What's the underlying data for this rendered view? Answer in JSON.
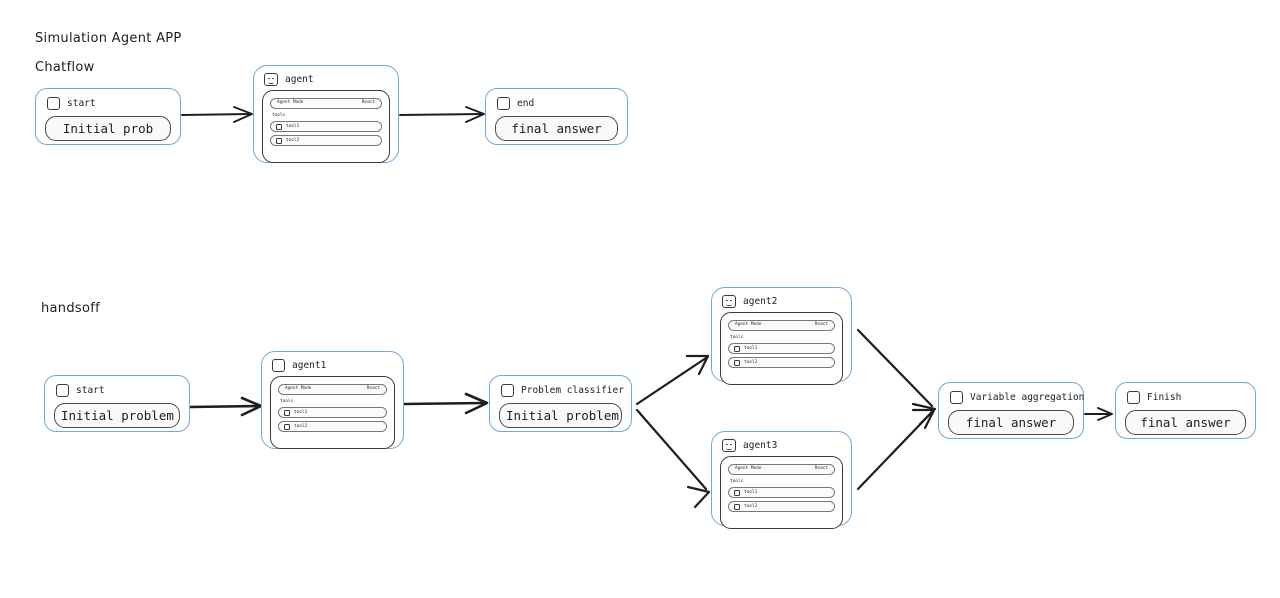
{
  "page": {
    "app_title": "Simulation Agent APP",
    "section_chatflow": "Chatflow",
    "section_handsoff": "handsoff"
  },
  "colors": {
    "node_border": "#6fa8dc",
    "panel_border": "#3b3b3b",
    "text": "#1e1e1e",
    "field_bg": "#f7f9fa",
    "arrow": "#1e1e1e",
    "background": "#ffffff"
  },
  "agent_template": {
    "mode_label": "Agent Mode",
    "mode_value": "React",
    "tools_label": "tools",
    "tool_1": "tool1",
    "tool_2": "tool2"
  },
  "chatflow": {
    "nodes": [
      {
        "id": "start",
        "title": "start",
        "field": "Initial prob",
        "icon": "checkbox-icon"
      },
      {
        "id": "agent",
        "title": "agent",
        "icon": "smiley-face-icon",
        "mode_label": "Agent Mode",
        "mode_value": "React",
        "tools_label": "tools",
        "tool_1": "tool1",
        "tool_2": "tool2"
      },
      {
        "id": "end",
        "title": "end",
        "field": "final answer",
        "icon": "checkbox-icon"
      }
    ]
  },
  "handsoff": {
    "nodes": [
      {
        "id": "start",
        "title": "start",
        "field": "Initial problem",
        "icon": "checkbox-icon"
      },
      {
        "id": "agent1",
        "title": "agent1",
        "icon": "checkbox-icon",
        "mode_label": "Agent Mode",
        "mode_value": "React",
        "tools_label": "tools",
        "tool_1": "tool1",
        "tool_2": "tool2"
      },
      {
        "id": "classifier",
        "title": "Problem classifier",
        "field": "Initial problem",
        "icon": "checkbox-icon"
      },
      {
        "id": "agent2",
        "title": "agent2",
        "icon": "smiley-face-icon",
        "mode_label": "Agent Mode",
        "mode_value": "React",
        "tools_label": "tools",
        "tool_1": "tool1",
        "tool_2": "tool2"
      },
      {
        "id": "agent3",
        "title": "agent3",
        "icon": "smiley-face-icon",
        "mode_label": "Agent Mode",
        "mode_value": "React",
        "tools_label": "tools",
        "tool_1": "tool1",
        "tool_2": "tool2"
      },
      {
        "id": "aggregation",
        "title": "Variable aggregation",
        "field": "final answer",
        "icon": "checkbox-icon"
      },
      {
        "id": "finish",
        "title": "Finish",
        "field": "final answer",
        "icon": "checkbox-icon"
      }
    ]
  }
}
